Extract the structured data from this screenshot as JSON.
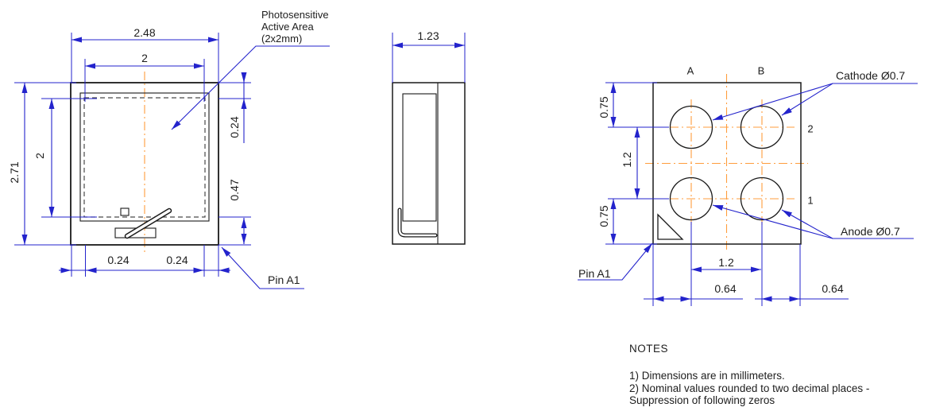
{
  "front_view": {
    "dim_width_outer": "2.48",
    "dim_width_active": "2",
    "dim_height_outer": "2.71",
    "dim_height_active": "2",
    "dim_gap_top": "0.24",
    "dim_gap_bottom": "0.47",
    "dim_gap_left": "0.24",
    "dim_gap_right": "0.24",
    "callout_active_line1": "Photosensitive",
    "callout_active_line2": "Active Area",
    "callout_active_line3": "(2x2mm)",
    "callout_pin": "Pin A1"
  },
  "side_view": {
    "dim_depth": "1.23"
  },
  "pad_view": {
    "col_a": "A",
    "col_b": "B",
    "row_2": "2",
    "row_1": "1",
    "dim_margin_top": "0.75",
    "dim_pitch_vertical": "1.2",
    "dim_margin_bottom": "0.75",
    "dim_pitch_horizontal": "1.2",
    "dim_margin_left": "0.64",
    "dim_margin_right": "0.64",
    "callout_cathode": "Cathode Ø0.7",
    "callout_anode": "Anode Ø0.7",
    "callout_pin": "Pin A1"
  },
  "notes": {
    "title": "NOTES",
    "line1": "1) Dimensions are in millimeters.",
    "line2": "2) Nominal values rounded to two decimal places -",
    "line3": "Suppression of following zeros"
  },
  "colors": {
    "dimension_blue": "#2323cc",
    "centerline_orange": "#ff9d3d",
    "geometry_black": "#1a1a1a"
  }
}
